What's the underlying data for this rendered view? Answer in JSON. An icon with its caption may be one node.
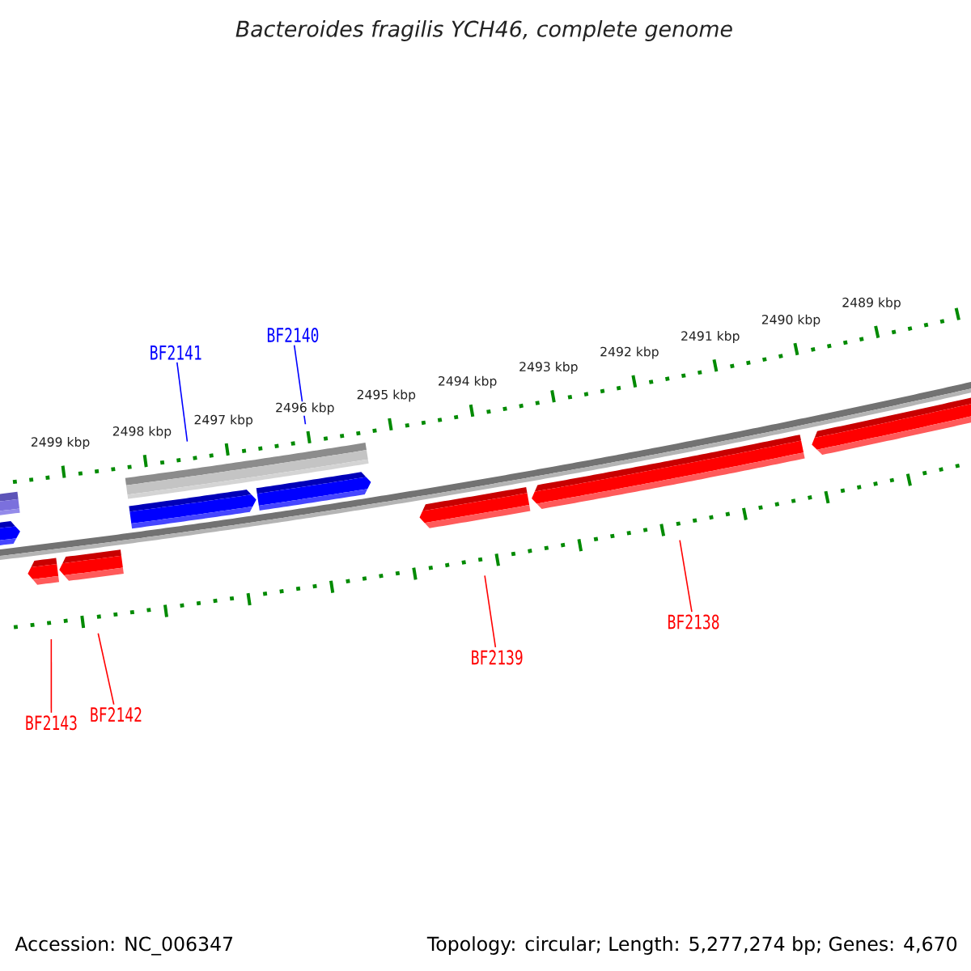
{
  "diagram": {
    "title": "Bacteroides fragilis YCH46, complete genome",
    "nodes": [
      {
        "text": [
          "BF2141"
        ]
      },
      {
        "text": [
          "BF2140"
        ]
      },
      {
        "text": [
          "BF2143"
        ]
      },
      {
        "text": [
          "BF2142"
        ]
      },
      {
        "text": [
          "BF2139"
        ]
      },
      {
        "text": [
          "BF2138"
        ]
      },
      {
        "text": [],
        "shape": "bar"
      },
      {
        "text": [],
        "shape": "pentagon"
      },
      {
        "text": [],
        "shape": "pentagon"
      },
      {
        "text": [],
        "shape": "pentagon"
      },
      {
        "text": [],
        "shape": "bar"
      },
      {
        "text": [],
        "shape": "pentagon"
      },
      {
        "text": [],
        "shape": "pentagon"
      },
      {
        "text": [],
        "shape": "pentagon"
      },
      {
        "text": [],
        "shape": "pentagon"
      },
      {
        "text": [],
        "shape": "pentagon"
      }
    ],
    "edges": [
      {
        "from": 0,
        "to": 10,
        "arrow": "none",
        "color": "#0000ff"
      },
      {
        "from": 1,
        "to": 10,
        "arrow": "none",
        "color": "#0000ff"
      },
      {
        "from": 2,
        "to": null,
        "arrow": "none"
      },
      {
        "from": 3,
        "to": null,
        "arrow": "none"
      },
      {
        "from": 4,
        "to": null,
        "arrow": "none"
      },
      {
        "from": 5,
        "to": null,
        "arrow": "none"
      }
    ],
    "labels": [
      "2499 kbp",
      "2498 kbp",
      "2497 kbp",
      "2496 kbp",
      "2495 kbp",
      "2494 kbp",
      "2493 kbp",
      "2492 kbp",
      "2491 kbp",
      "2490 kbp",
      "2489 kbp",
      "Accession: NC_006347",
      "Topology: circular; Length: 5,277,274 bp; Genes: 4,670"
    ]
  }
}
